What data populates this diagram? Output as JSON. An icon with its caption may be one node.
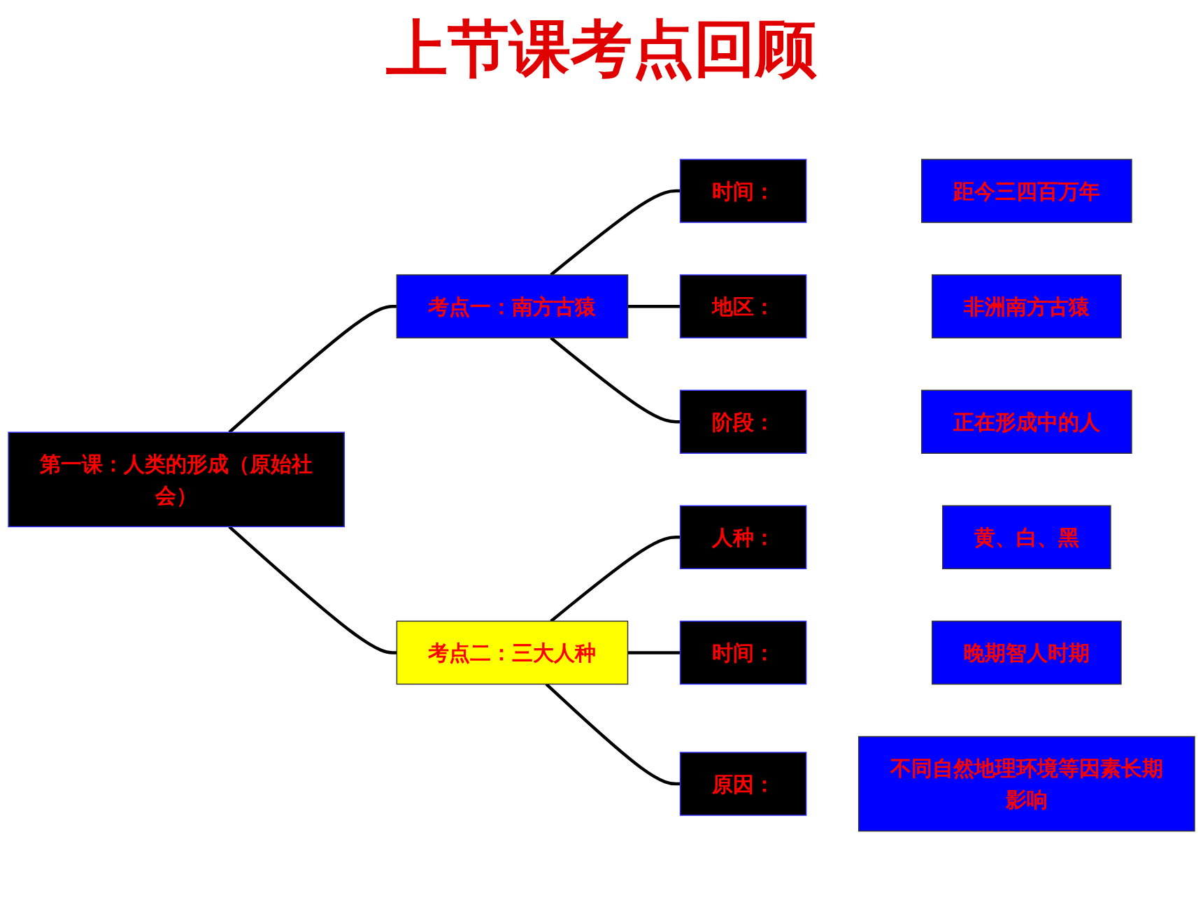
{
  "diagram": {
    "title": "上节课考点回顾",
    "nodes": [
      {
        "text": [
          "第一课：人类的形成（原始社会）"
        ]
      },
      {
        "text": [
          "考点一：南方古猿"
        ]
      },
      {
        "text": [
          "考点二：三大人种"
        ]
      },
      {
        "text": [
          "时间："
        ]
      },
      {
        "text": [
          "距今三四百万年"
        ]
      },
      {
        "text": [
          "地区："
        ]
      },
      {
        "text": [
          "非洲南方古猿"
        ]
      },
      {
        "text": [
          "阶段："
        ]
      },
      {
        "text": [
          "正在形成中的人"
        ]
      },
      {
        "text": [
          "人种："
        ]
      },
      {
        "text": [
          "黄、白、黑"
        ]
      },
      {
        "text": [
          "时间："
        ]
      },
      {
        "text": [
          "晚期智人时期"
        ]
      },
      {
        "text": [
          "原因："
        ]
      },
      {
        "text": [
          "不同自然地理环境等因素长期影响"
        ]
      }
    ],
    "edges": [
      {
        "from": 0,
        "to": 1,
        "arrow": "none"
      },
      {
        "from": 0,
        "to": 2,
        "arrow": "none"
      },
      {
        "from": 1,
        "to": 3,
        "arrow": "none"
      },
      {
        "from": 1,
        "to": 5,
        "arrow": "none"
      },
      {
        "from": 1,
        "to": 7,
        "arrow": "none"
      },
      {
        "from": 2,
        "to": 9,
        "arrow": "none"
      },
      {
        "from": 2,
        "to": 11,
        "arrow": "none"
      },
      {
        "from": 2,
        "to": 13,
        "arrow": "none"
      }
    ]
  }
}
